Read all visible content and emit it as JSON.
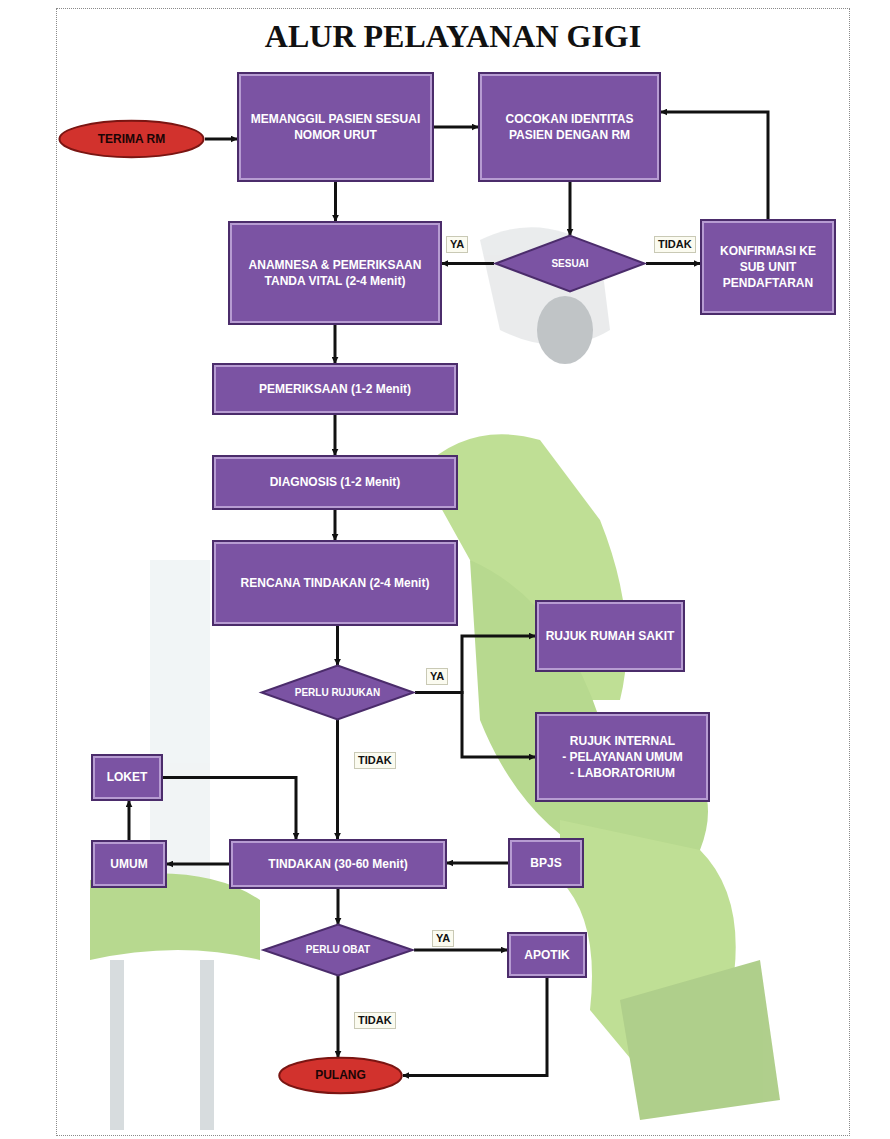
{
  "diagram": {
    "title": "ALUR PELAYANAN GIGI",
    "nodes": [
      {
        "text": [
          "TERIMA RM"
        ]
      },
      {
        "text": [
          "MEMANGGIL PASIEN SESUAI NOMOR URUT"
        ]
      },
      {
        "text": [
          "COCOKAN IDENTITAS PASIEN DENGAN RM"
        ]
      },
      {
        "text": [
          "ANAMNESA & PEMERIKSAAN TANDA VITAL (2-4 Menit)"
        ]
      },
      {
        "text": [
          "SESUAI"
        ]
      },
      {
        "text": [
          "KONFIRMASI KE SUB UNIT PENDAFTARAN"
        ]
      },
      {
        "text": [
          "PEMERIKSAAN (1-2 Menit)"
        ]
      },
      {
        "text": [
          "DIAGNOSIS (1-2 Menit)"
        ]
      },
      {
        "text": [
          "RENCANA TINDAKAN (2-4 Menit)"
        ]
      },
      {
        "text": [
          "RUJUK RUMAH SAKIT"
        ]
      },
      {
        "text": [
          "PERLU RUJUKAN"
        ]
      },
      {
        "text": [
          "RUJUK INTERNAL",
          "- PELAYANAN UMUM",
          "- LABORATORIUM"
        ]
      },
      {
        "text": [
          "LOKET"
        ]
      },
      {
        "text": [
          "UMUM"
        ]
      },
      {
        "text": [
          "TINDAKAN (30-60 Menit)"
        ]
      },
      {
        "text": [
          "BPJS"
        ]
      },
      {
        "text": [
          "PERLU OBAT"
        ]
      },
      {
        "text": [
          "APOTIK"
        ]
      },
      {
        "text": [
          "PULANG"
        ]
      }
    ],
    "edges": [
      {
        "from": 0,
        "to": 1,
        "arrow": "to"
      },
      {
        "from": 1,
        "to": 2,
        "arrow": "to"
      },
      {
        "from": 1,
        "to": 3,
        "arrow": "to"
      },
      {
        "from": 2,
        "to": 4,
        "arrow": "to"
      },
      {
        "from": 4,
        "to": 3,
        "label": "YA",
        "arrow": "to"
      },
      {
        "from": 4,
        "to": 5,
        "label": "TIDAK",
        "arrow": "to"
      },
      {
        "from": 5,
        "to": 2,
        "arrow": "to"
      },
      {
        "from": 3,
        "to": 6,
        "arrow": "to"
      },
      {
        "from": 6,
        "to": 7,
        "arrow": "to"
      },
      {
        "from": 7,
        "to": 8,
        "arrow": "to"
      },
      {
        "from": 8,
        "to": 10,
        "arrow": "to"
      },
      {
        "from": 10,
        "to": 9,
        "label": "YA",
        "arrow": "to"
      },
      {
        "from": 10,
        "to": 11,
        "arrow": "to"
      },
      {
        "from": 10,
        "to": 14,
        "label": "TIDAK",
        "arrow": "to"
      },
      {
        "from": 14,
        "to": 13,
        "arrow": "to"
      },
      {
        "from": 13,
        "to": 12,
        "arrow": "to"
      },
      {
        "from": 12,
        "to": 14,
        "arrow": "to"
      },
      {
        "from": 15,
        "to": 14,
        "arrow": "to"
      },
      {
        "from": 14,
        "to": 16,
        "arrow": "to"
      },
      {
        "from": 16,
        "to": 17,
        "label": "YA",
        "arrow": "to"
      },
      {
        "from": 16,
        "to": 18,
        "label": "TIDAK",
        "arrow": "to"
      },
      {
        "from": 17,
        "to": 18,
        "arrow": "to"
      }
    ]
  }
}
